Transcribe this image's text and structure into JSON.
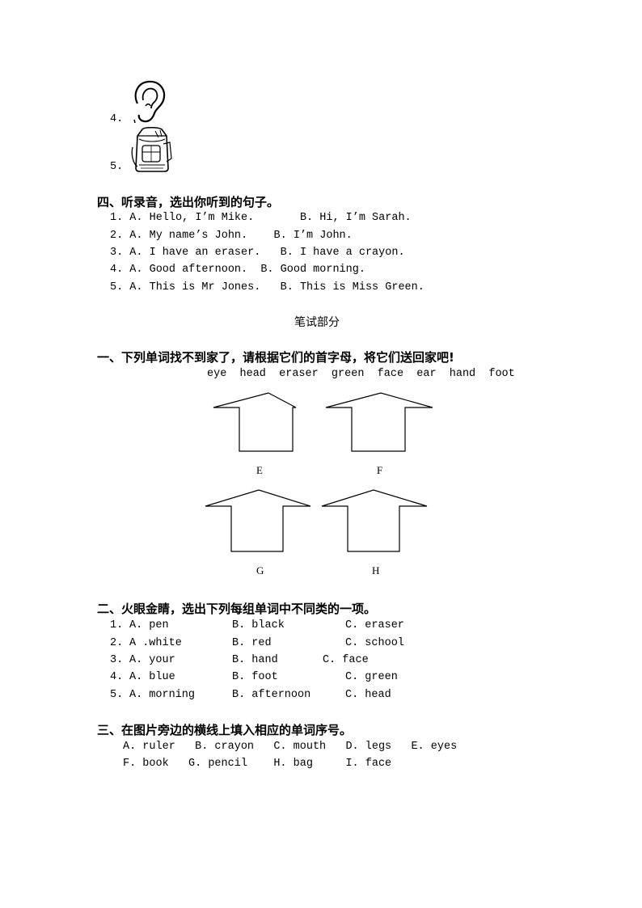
{
  "picture_items": [
    {
      "number": "4.",
      "icon": "ear-icon"
    },
    {
      "number": "5.",
      "icon": "backpack-icon"
    }
  ],
  "section4": {
    "title": "四、听录音，选出你听到的句子。",
    "items": [
      "1. A. Hello, I’m Mike.       B. Hi, I’m Sarah.",
      "2. A. My name’s John.    B. I’m John.",
      "3. A. I have an eraser.   B. I have a crayon.",
      "4. A. Good afternoon.  B. Good morning.",
      "5. A. This is Mr Jones.   B. This is Miss Green."
    ]
  },
  "written_title": "笔试部分",
  "part1": {
    "title": "一、下列单词找不到家了，请根据它们的首字母，将它们送回家吧!",
    "words": "eye  head  eraser  green  face  ear  hand  foot",
    "houses": [
      "E",
      "F",
      "G",
      "H"
    ]
  },
  "part2": {
    "title": "二、火眼金睛，选出下列每组单词中不同类的一项。",
    "rows": [
      {
        "num": "1.",
        "a": "A. pen",
        "b": "B. black",
        "c": "C. eraser"
      },
      {
        "num": "2.",
        "a": "A .white",
        "b": "B. red",
        "c": "C. school"
      },
      {
        "num": "3.",
        "a": "A. your",
        "b": "B. hand",
        "c": "C. face"
      },
      {
        "num": "4.",
        "a": "A. blue",
        "b": "B. foot",
        "c": "C. green"
      },
      {
        "num": "5.",
        "a": "A. morning",
        "b": "B. afternoon",
        "c": "C. head"
      }
    ]
  },
  "part3": {
    "title": "三、在图片旁边的横线上填入相应的单词序号。",
    "line1": "A. ruler   B. crayon   C. mouth   D. legs   E. eyes",
    "line2": "F. book   G. pencil    H. bag     I. face"
  }
}
